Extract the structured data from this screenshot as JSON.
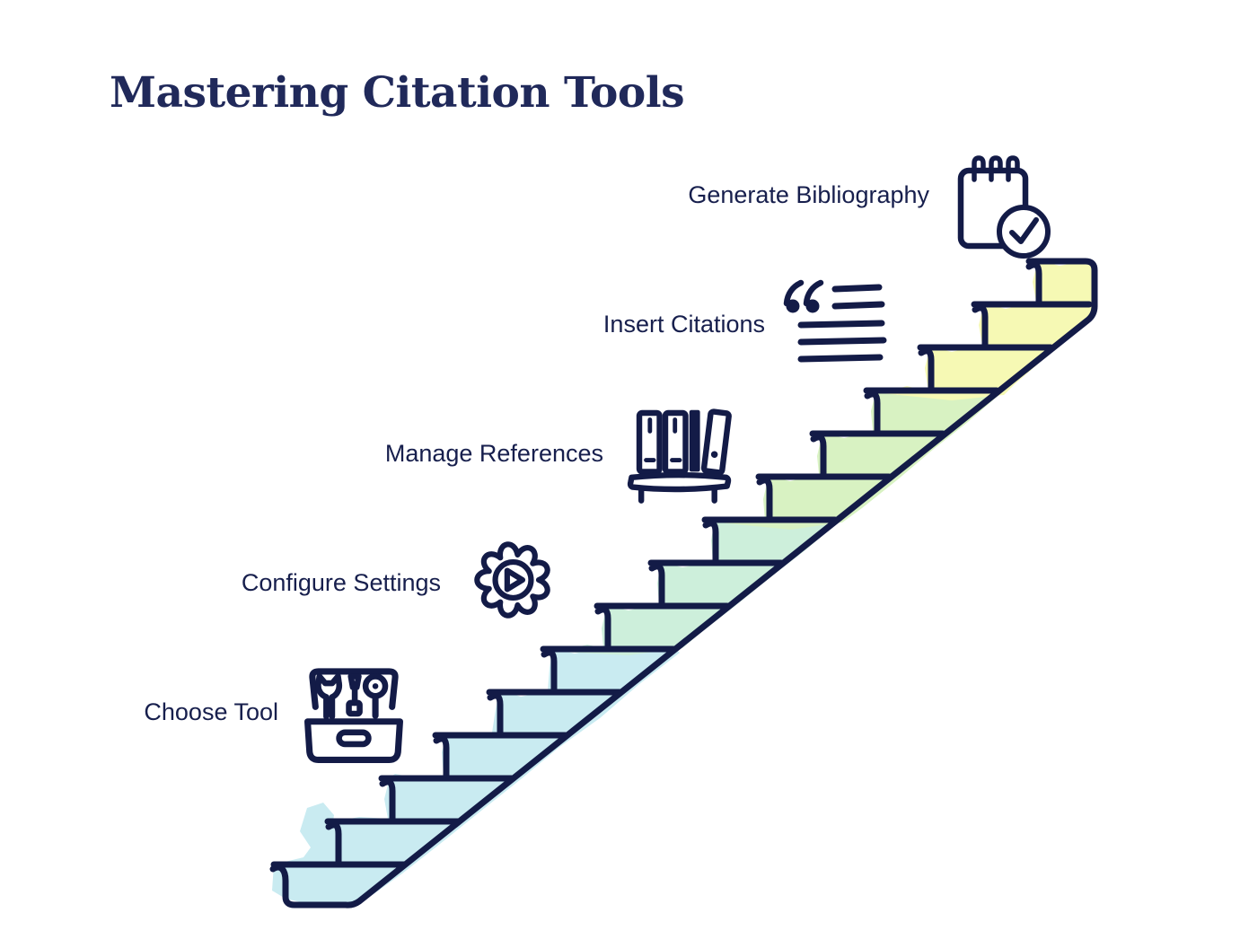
{
  "title": "Mastering Citation Tools",
  "steps": [
    {
      "label": "Choose Tool",
      "icon": "toolbox-icon"
    },
    {
      "label": "Configure Settings",
      "icon": "gear-play-icon"
    },
    {
      "label": "Manage References",
      "icon": "bookshelf-icon"
    },
    {
      "label": "Insert Citations",
      "icon": "quote-lines-icon"
    },
    {
      "label": "Generate Bibliography",
      "icon": "notepad-check-icon"
    }
  ],
  "colors": {
    "ink": "#131b47",
    "title_text": "#20295a",
    "label_text": "#171f4d",
    "band_blue": "#c9ebf1",
    "band_mint": "#cdefdb",
    "band_green": "#d8f2c2",
    "band_yellow": "#f6f9b4"
  }
}
